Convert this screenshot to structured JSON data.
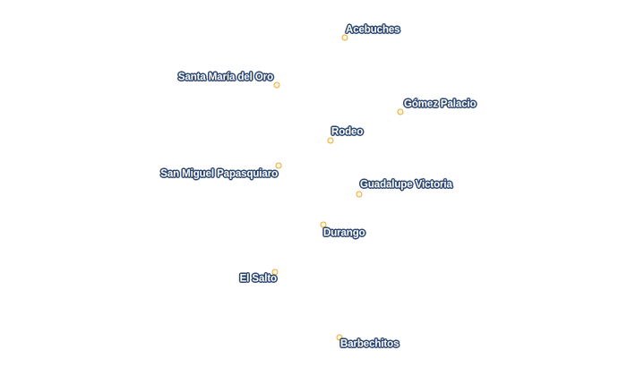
{
  "map": {
    "places": [
      {
        "id": "acebuches",
        "name": "Acebuches"
      },
      {
        "id": "santa-maria-del-oro",
        "name": "Santa María del Oro"
      },
      {
        "id": "gomez-palacio",
        "name": "Gómez Palacio"
      },
      {
        "id": "rodeo",
        "name": "Rodeo"
      },
      {
        "id": "san-miguel-papasquiaro",
        "name": "San Miguel Papasquiaro"
      },
      {
        "id": "guadalupe-victoria",
        "name": "Guadalupe Victoria"
      },
      {
        "id": "durango",
        "name": "Durango"
      },
      {
        "id": "el-salto",
        "name": "El Salto"
      },
      {
        "id": "barbechitos",
        "name": "Barbechitos"
      }
    ],
    "colors": {
      "marker_stroke": "#e8a93a",
      "marker_fill": "#fff7e0",
      "label_text": "#ffffff",
      "label_halo": "#2c4670"
    }
  }
}
